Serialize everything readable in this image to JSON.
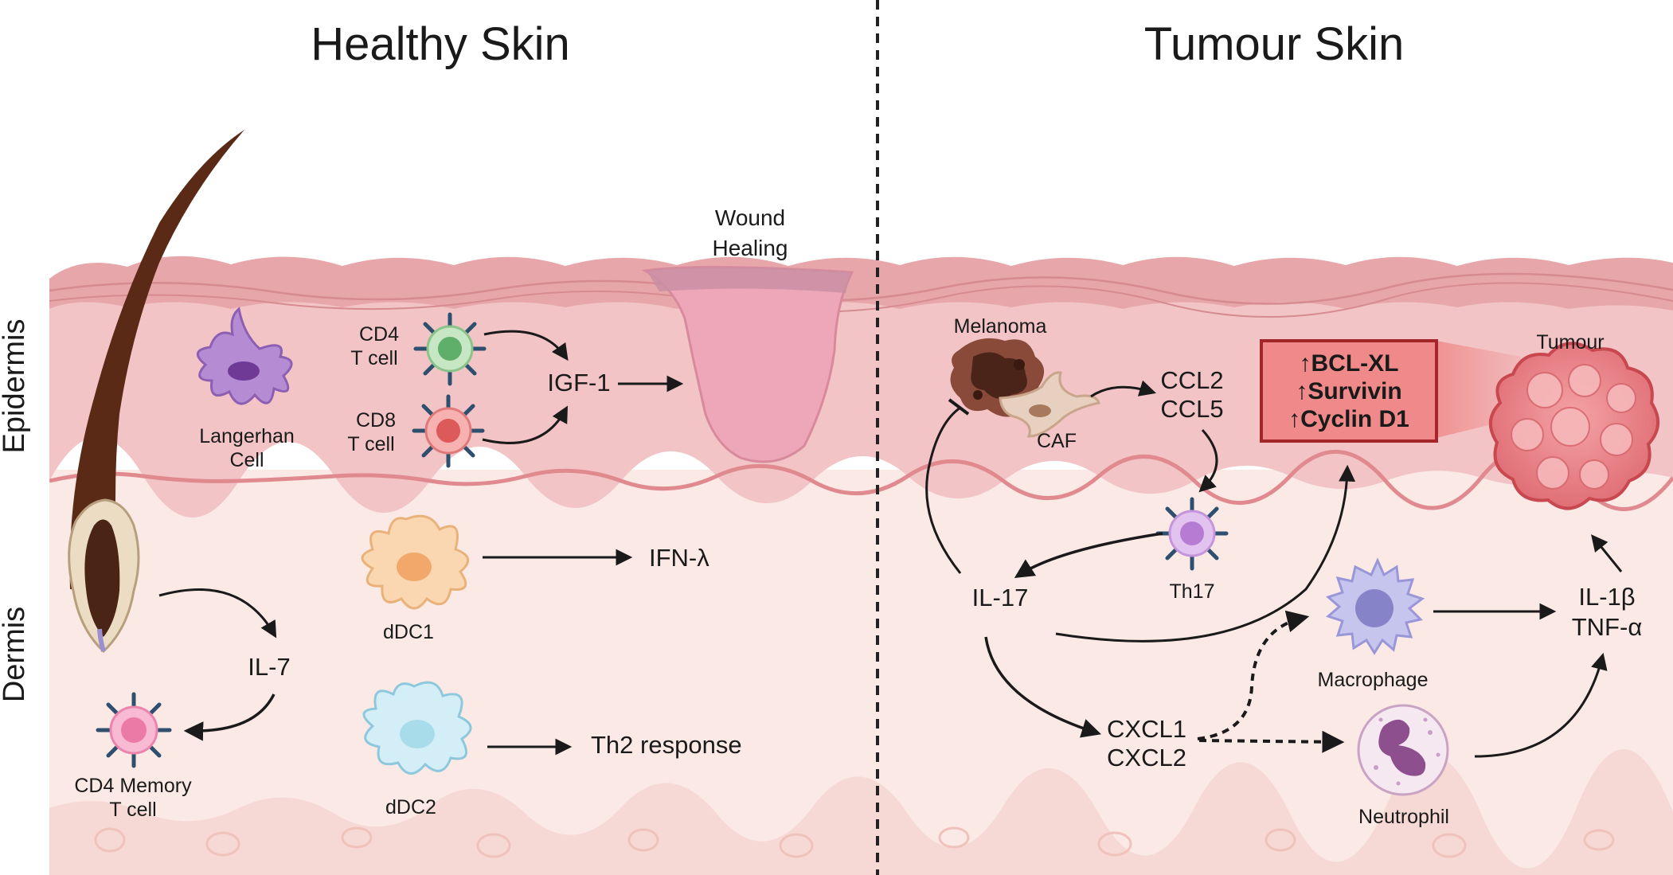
{
  "titles": {
    "healthy": "Healthy Skin",
    "tumour": "Tumour Skin"
  },
  "layers": {
    "epidermis": "Epidermis",
    "dermis": "Dermis"
  },
  "healthy": {
    "wound_line1": "Wound",
    "wound_line2": "Healing",
    "langerhan_line1": "Langerhan",
    "langerhan_line2": "Cell",
    "cd4_line1": "CD4",
    "cd4_line2": "T cell",
    "cd8_line1": "CD8",
    "cd8_line2": "T cell",
    "igf1": "IGF-1",
    "ddc1": "dDC1",
    "ifn": "IFN-λ",
    "il7": "IL-7",
    "cd4mem_line1": "CD4 Memory",
    "cd4mem_line2": "T cell",
    "ddc2": "dDC2",
    "th2": "Th2 response"
  },
  "tumour": {
    "melanoma": "Melanoma",
    "caf": "CAF",
    "ccl2": "CCL2",
    "ccl5": "CCL5",
    "box_line1": "↑BCL-XL",
    "box_line2": "↑Survivin",
    "box_line3": "↑Cyclin D1",
    "tumour_label": "Tumour",
    "th17": "Th17",
    "il17": "IL-17",
    "macrophage": "Macrophage",
    "il1b": "IL-1β",
    "tnfa": "TNF-α",
    "cxcl1": "CXCL1",
    "cxcl2": "CXCL2",
    "neutrophil": "Neutrophil"
  },
  "colors": {
    "epidermis": "#f2c4c6",
    "dermis": "#fbe9e5",
    "surface": "#e7a7aa",
    "boundary": "#e08a8f",
    "box_fill": "#f08a8a",
    "box_border": "#a3262b"
  }
}
